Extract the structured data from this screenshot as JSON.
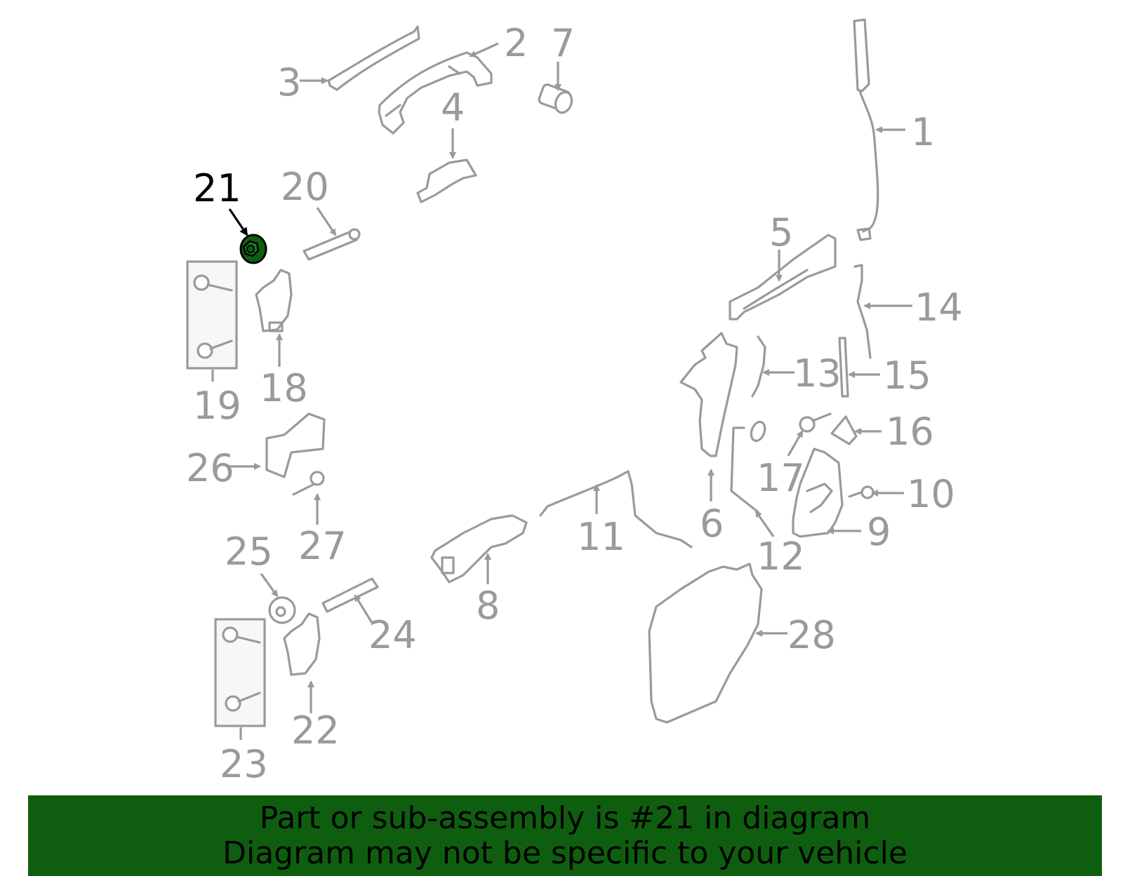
{
  "diagram": {
    "highlight_color": "#0f5e0f",
    "part_color": "#9a9a9a",
    "highlighted_part": "21",
    "callouts": [
      "1",
      "2",
      "3",
      "4",
      "5",
      "6",
      "7",
      "8",
      "9",
      "10",
      "11",
      "12",
      "13",
      "14",
      "15",
      "16",
      "17",
      "18",
      "19",
      "20",
      "21",
      "22",
      "23",
      "24",
      "25",
      "26",
      "27",
      "28"
    ]
  },
  "banner": {
    "line1": "Part or sub-assembly is #21 in diagram",
    "line2": "Diagram may not be specific to your vehicle",
    "background": "#0f5e0f"
  }
}
